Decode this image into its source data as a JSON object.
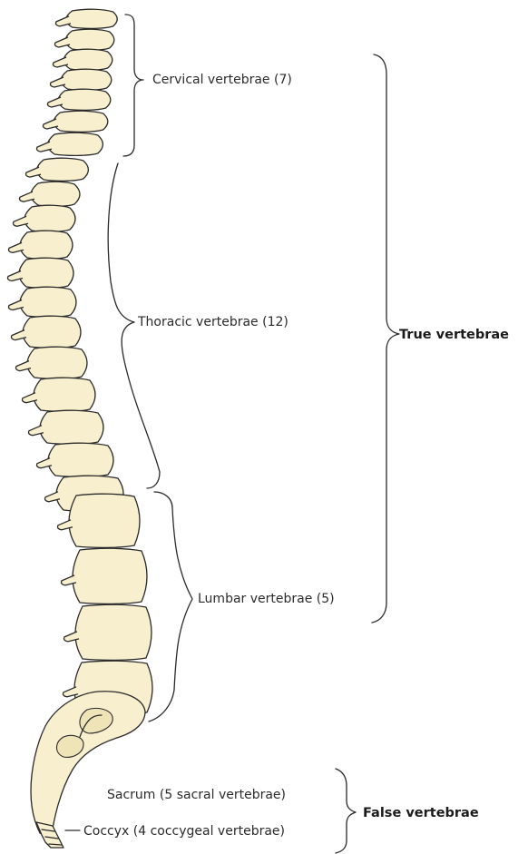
{
  "labels": {
    "cervical": "Cervical vertebrae (7)",
    "thoracic": "Thoracic vertebrae (12)",
    "lumbar": "Lumbar vertebrae (5)",
    "sacrum": "Sacrum (5 sacral vertebrae)",
    "coccyx": "Coccyx (4 coccygeal vertebrae)",
    "true_group": "True vertebrae",
    "false_group": "False vertebrae"
  },
  "colors": {
    "bone": "#f8efcf",
    "outline": "#2a2a2a",
    "text": "#2b2b2b"
  }
}
